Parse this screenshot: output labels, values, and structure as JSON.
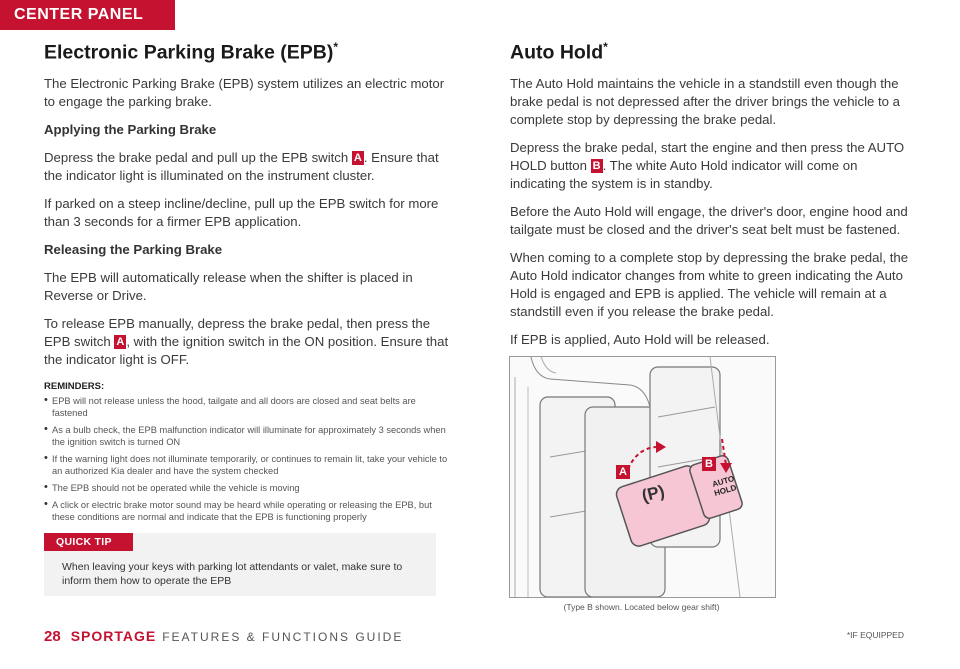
{
  "tab_label": "CENTER PANEL",
  "left": {
    "title": "Electronic Parking Brake (EPB)",
    "title_mark": "*",
    "intro": "The Electronic Parking Brake (EPB) system utilizes an electric motor to engage the parking brake.",
    "apply_heading": "Applying the Parking Brake",
    "apply_p1_a": "Depress the brake pedal and pull up the EPB switch ",
    "apply_p1_badge": "A",
    "apply_p1_b": ". Ensure that the indicator light is illuminated on the instrument cluster.",
    "apply_p2": "If parked on a steep incline/decline, pull up the EPB switch for more than 3 seconds for a firmer EPB application.",
    "release_heading": "Releasing the Parking Brake",
    "release_p1": "The EPB will automatically release when the shifter is placed in Reverse or Drive.",
    "release_p2_a": "To release EPB manually, depress the brake pedal, then press the EPB switch ",
    "release_p2_badge": "A",
    "release_p2_b": ", with the ignition switch in the ON position. Ensure that the indicator light is OFF.",
    "reminders_title": "REMINDERS:",
    "reminders": [
      "EPB will not release unless the hood, tailgate and all doors are closed and seat belts are fastened",
      "As a bulb check, the EPB malfunction indicator will illuminate for approximately 3 seconds when the ignition switch is turned ON",
      "If the warning light does not illuminate temporarily, or continues to remain lit, take your vehicle to an authorized Kia dealer and have the system checked",
      "The EPB should not be operated while the vehicle is moving",
      "A click or electric brake motor sound may be heard while operating or releasing the EPB, but these conditions are normal and indicate that the EPB is functioning properly"
    ],
    "quick_tip_label": "QUICK TIP",
    "quick_tip_text": "When leaving your keys with parking lot attendants or valet, make sure to inform them how to operate the EPB"
  },
  "right": {
    "title": "Auto Hold",
    "title_mark": "*",
    "p1": "The Auto Hold maintains the vehicle in a standstill even though the brake pedal is not depressed after the driver brings the vehicle to a complete stop by depressing the brake pedal.",
    "p2_a": "Depress the brake pedal, start the engine and then press the AUTO HOLD button ",
    "p2_badge": "B",
    "p2_b": ". The white Auto Hold indicator will come on indicating the system is in standby.",
    "p3": "Before the Auto Hold will engage, the driver's door, engine hood and tailgate must be closed and the driver's seat belt must be fastened.",
    "p4": "When coming to a complete stop by depressing the brake pedal, the Auto Hold indicator changes from white to green indicating the Auto Hold is engaged and EPB is applied. The vehicle will remain at a standstill even if you release the brake pedal.",
    "p5": "If EPB is applied, Auto Hold will be released.",
    "figure_label_a": "A",
    "figure_label_b": "B",
    "figure_epb_symbol": "(P)",
    "figure_button_line1": "AUTO",
    "figure_button_line2": "HOLD",
    "caption": "(Type B shown. Located below gear shift)"
  },
  "footer": {
    "page": "28",
    "brand": "SPORTAGE",
    "guide": "FEATURES & FUNCTIONS GUIDE",
    "if_equipped": "*IF EQUIPPED"
  },
  "colors": {
    "accent": "#c41230",
    "highlight": "#f6c6d4"
  }
}
